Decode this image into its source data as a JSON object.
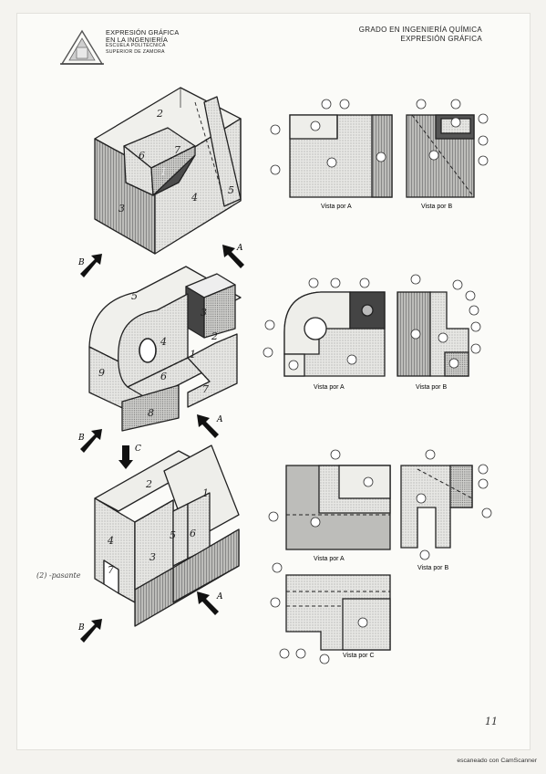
{
  "header": {
    "school_line1": "EXPRESIÓN GRÁFICA",
    "school_line2": "EN LA INGENIERÍA",
    "school_line3": "ESCUELA POLITÉCNICA",
    "school_line4": "SUPERIOR DE ZAMORA",
    "degree": "GRADO EN INGENIERÍA QUÍMICA",
    "subject": "EXPRESIÓN GRÁFICA"
  },
  "exercise1": {
    "face_labels": [
      "2",
      "6",
      "7",
      "1",
      "3",
      "4",
      "5"
    ],
    "arrow_b": "B",
    "arrow_a": "A",
    "caption_a": "Vista por A",
    "caption_b": "Vista por B"
  },
  "exercise2": {
    "face_labels": [
      "5",
      "3",
      "4",
      "1",
      "2",
      "9",
      "6",
      "7",
      "8"
    ],
    "arrow_b": "B",
    "arrow_c": "C",
    "arrow_a": "A",
    "caption_a": "Vista por A",
    "caption_b": "Vista por B"
  },
  "exercise3": {
    "face_labels": [
      "2",
      "1",
      "4",
      "5",
      "6",
      "3",
      "7"
    ],
    "arrow_b": "B",
    "arrow_a": "A",
    "caption_a": "Vista por A",
    "caption_b": "Vista por B",
    "caption_c": "Vista por C",
    "margin_note": "(2) -pasante"
  },
  "page_number": "11",
  "footer": "escaneado con CamScanner"
}
